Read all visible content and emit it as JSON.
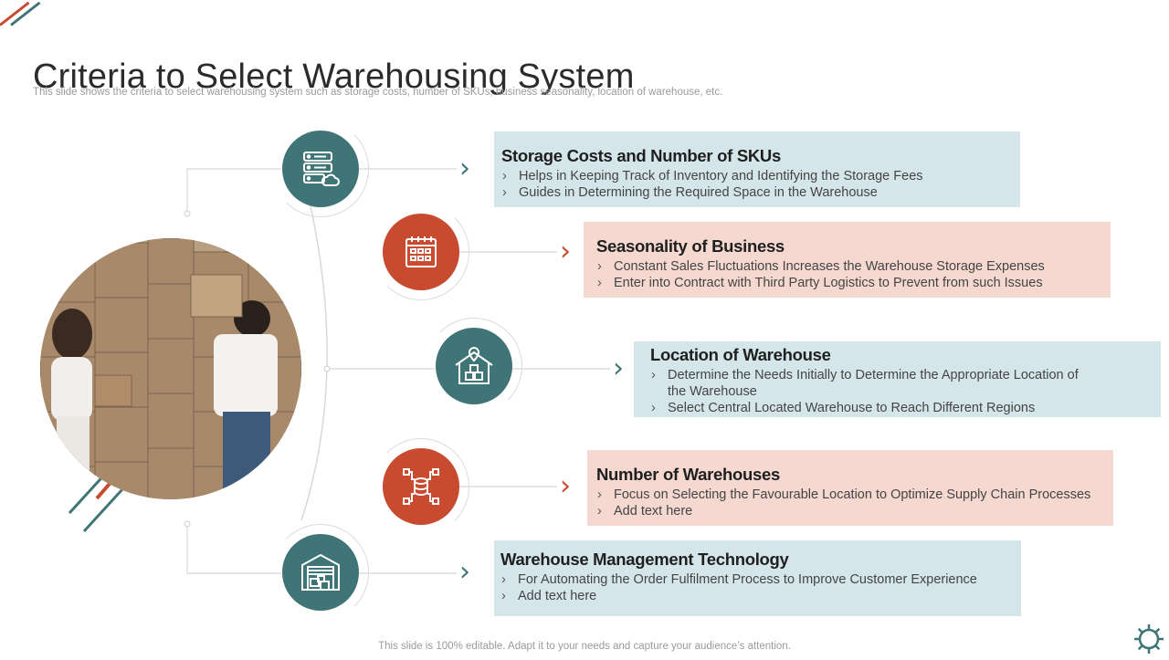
{
  "title": "Criteria to Select Warehousing System",
  "subtitle": "This slide shows the criteria to select warehousing system such as storage costs, number of SKUs, business seasonality, location of warehouse, etc.",
  "footer": "This slide is 100% editable. Adapt it to your needs and capture your audience’s attention.",
  "colors": {
    "teal": "#3f7576",
    "orange": "#c84a2f",
    "box_blue": "#d5e6ea",
    "box_pink": "#f5d8d0"
  },
  "criteria": [
    {
      "heading": "Storage Costs and Number of SKUs",
      "icon": "server-cloud-icon",
      "points": [
        "Helps in Keeping Track of Inventory and Identifying the Storage Fees",
        "Guides in Determining the Required Space in the Warehouse"
      ]
    },
    {
      "heading": "Seasonality of Business",
      "icon": "calendar-icon",
      "points": [
        "Constant Sales Fluctuations Increases the Warehouse Storage Expenses",
        "Enter into Contract with Third Party Logistics to Prevent from such Issues"
      ]
    },
    {
      "heading": "Location of Warehouse",
      "icon": "warehouse-location-icon",
      "points": [
        "Determine the Needs Initially to Determine the Appropriate Location of the Warehouse",
        "Select Central Located Warehouse to Reach Different Regions"
      ]
    },
    {
      "heading": "Number of Warehouses",
      "icon": "database-network-icon",
      "points": [
        "Focus on Selecting the Favourable Location to Optimize Supply Chain Processes",
        "Add text here"
      ]
    },
    {
      "heading": "Warehouse Management Technology",
      "icon": "warehouse-boxes-icon",
      "points": [
        "For Automating the Order Fulfilment Process to Improve Customer Experience",
        "Add text here"
      ]
    }
  ]
}
